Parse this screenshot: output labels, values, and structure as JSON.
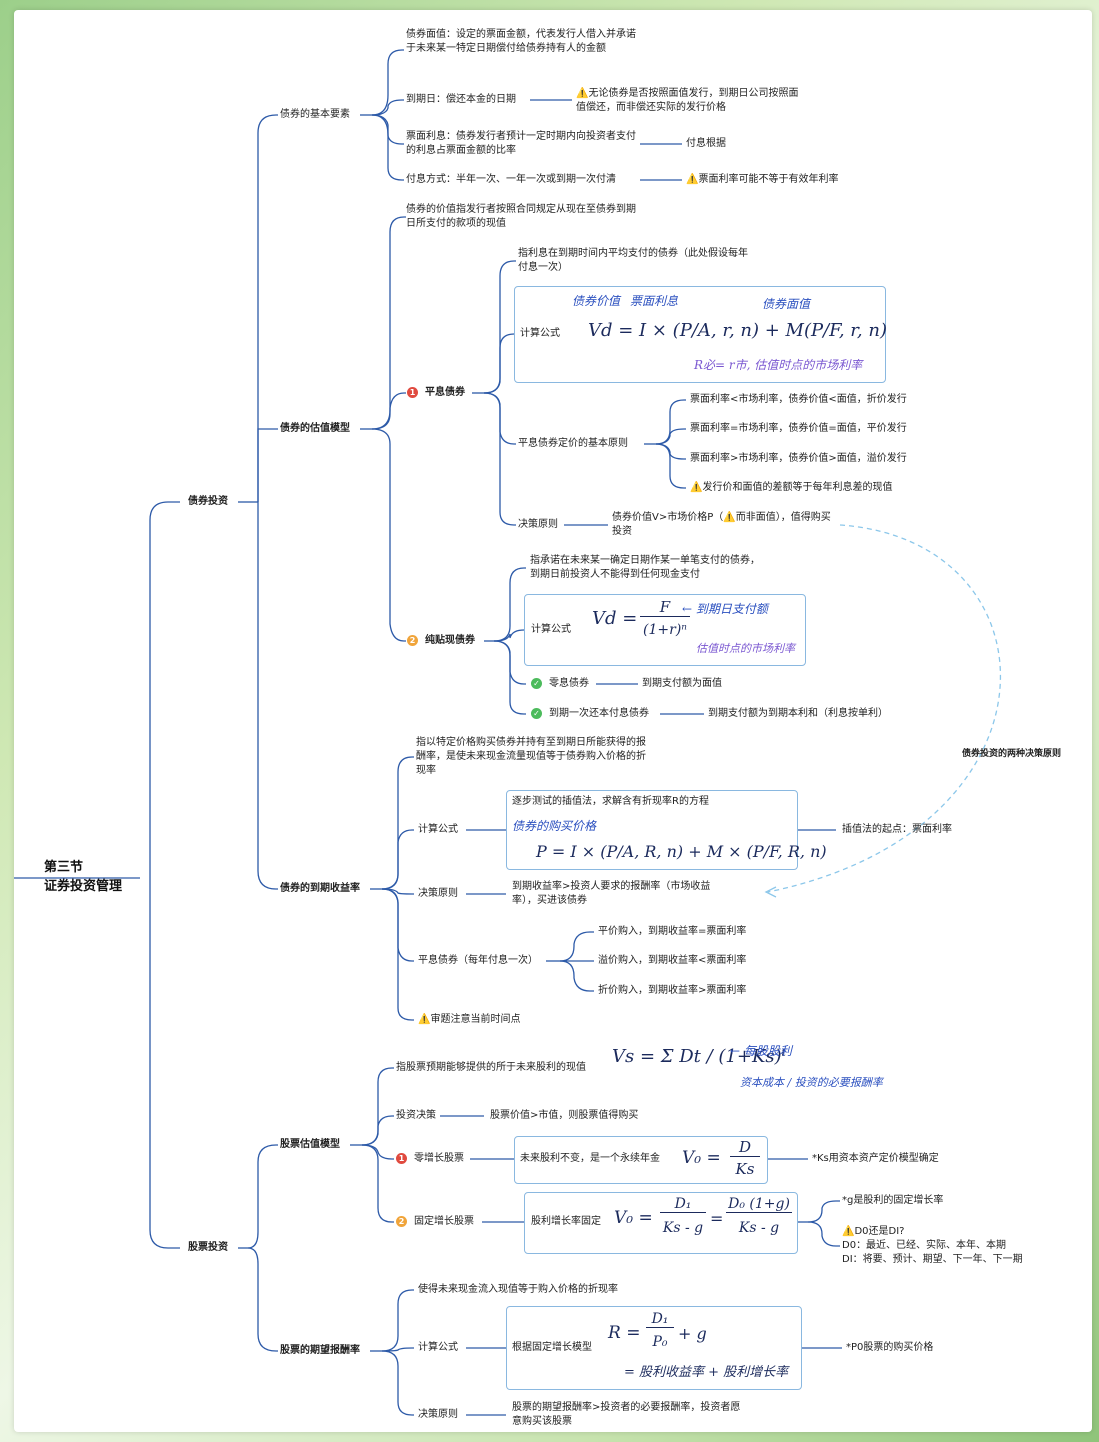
{
  "root": {
    "line1": "第三节",
    "line2": "证券投资管理"
  },
  "bond": {
    "label": "债券投资",
    "elements": {
      "label": "债券的基本要素",
      "face_value": "债券面值：设定的票面金额，代表发行人借入并承诺于未来某一特定日期偿付给债券持有人的金额",
      "maturity": "到期日：偿还本金的日期",
      "maturity_note": "⚠️无论债券是否按照面值发行，到期日公司按照面值偿还，而非偿还实际的发行价格",
      "coupon": "票面利息：债券发行者预计一定时期内向投资者支付的利息占票面金额的比率",
      "coupon_note": "付息根据",
      "payment": "付息方式：半年一次、一年一次或到期一次付清",
      "payment_note": "⚠️票面利率可能不等于有效年利率"
    },
    "valuation": {
      "label": "债券的估值模型",
      "definition": "债券的价值指发行者按照合同规定从现在至债券到期日所支付的款项的现值",
      "level_coupon": {
        "label": "平息债券",
        "badge": "1",
        "definition": "指利息在到期时间内平均支付的债券（此处假设每年付息一次）",
        "formula_label": "计算公式",
        "ann_value": "债券价值",
        "ann_interest": "票面利息",
        "ann_face": "债券面值",
        "formula": "Vd = I × (P/A, r, n) + M(P/F, r, n)",
        "formula_note": "R必= r市, 估值时点的市场利率",
        "principle_label": "平息债券定价的基本原则",
        "principles": [
          "票面利率<市场利率，债券价值<面值，折价发行",
          "票面利率=市场利率，债券价值=面值，平价发行",
          "票面利率>市场利率，债券价值>面值，溢价发行",
          "⚠️发行价和面值的差额等于每年利息差的现值"
        ],
        "decision_label": "决策原则",
        "decision": "债券价值V>市场价格P（⚠️而非面值），值得购买投资"
      },
      "zero_coupon": {
        "label": "纯贴现债券",
        "badge": "2",
        "definition": "指承诺在未来某一确定日期作某一单笔支付的债券，到期日前投资人不能得到任何现金支付",
        "formula_label": "计算公式",
        "formula_lhs": "Vd =",
        "formula_num": "F",
        "formula_den": "(1+r)ⁿ",
        "ann_top": "← 到期日支付额",
        "ann_bottom": "估值时点的市场利率",
        "items": [
          {
            "label": "零息债券",
            "value": "到期支付额为面值"
          },
          {
            "label": "到期一次还本付息债券",
            "value": "到期支付额为到期本利和（利息按单利）"
          }
        ]
      }
    },
    "ytm": {
      "label": "债券的到期收益率",
      "definition": "指以特定价格购买债券并持有至到期日所能获得的报酬率，是使未来现金流量现值等于债券购入价格的折现率",
      "formula_label": "计算公式",
      "formula_desc": "逐步测试的插值法，求解含有折现率R的方程",
      "ann": "债券的购买价格",
      "formula": "P = I × (P/A, R, n) + M × (P/F, R, n)",
      "interp_note": "插值法的起点：票面利率",
      "decision_label": "决策原则",
      "decision": "到期收益率>投资人要求的报酬率（市场收益率），买进该债券",
      "level_label": "平息债券（每年付息一次）",
      "level_items": [
        "平价购入，到期收益率=票面利率",
        "溢价购入，到期收益率<票面利率",
        "折价购入，到期收益率>票面利率"
      ],
      "warn": "⚠️审题注意当前时间点"
    },
    "two_principles": "债券投资的两种决策原则"
  },
  "stock": {
    "label": "股票投资",
    "valuation": {
      "label": "股票估值模型",
      "definition": "指股票预期能够提供的所于未来股利的现值",
      "formula_vs": "Vs = Σ Dt / (1+Ks)ᵗ",
      "ann_top": "← 每股股利",
      "ann_bottom": "资本成本 / 投资的必要报酬率",
      "decision_label": "投资决策",
      "decision": "股票价值>市值，则股票值得购买",
      "zero_growth": {
        "badge": "1",
        "label": "零增长股票",
        "desc": "未来股利不变，是一个永续年金",
        "formula_lhs": "V₀ =",
        "formula_num": "D",
        "formula_den": "Ks",
        "note": "*Ks用资本资产定价模型确定"
      },
      "const_growth": {
        "badge": "2",
        "label": "固定增长股票",
        "desc": "股利增长率固定",
        "formula_lhs": "V₀ =",
        "f1_num": "D₁",
        "f1_den": "Ks - g",
        "f2_num": "D₀ (1+g)",
        "f2_den": "Ks - g",
        "note1": "*g是股利的固定增长率",
        "note2": "⚠️D0还是DI?",
        "note3": "D0：最近、已经、实际、本年、本期",
        "note4": "DI：将要、预计、期望、下一年、下一期"
      }
    },
    "expected_return": {
      "label": "股票的期望报酬率",
      "definition": "使得未来现金流入现值等于购入价格的折现率",
      "formula_label": "计算公式",
      "formula_desc": "根据固定增长模型",
      "formula_lhs": "R =",
      "formula_num": "D₁",
      "formula_den": "P₀",
      "formula_tail": "+ g",
      "formula_line2": "= 股利收益率 + 股利增长率",
      "note": "*P0股票的购买价格",
      "decision_label": "决策原则",
      "decision": "股票的期望报酬率>投资者的必要报酬率，投资者愿意购买该股票"
    }
  }
}
